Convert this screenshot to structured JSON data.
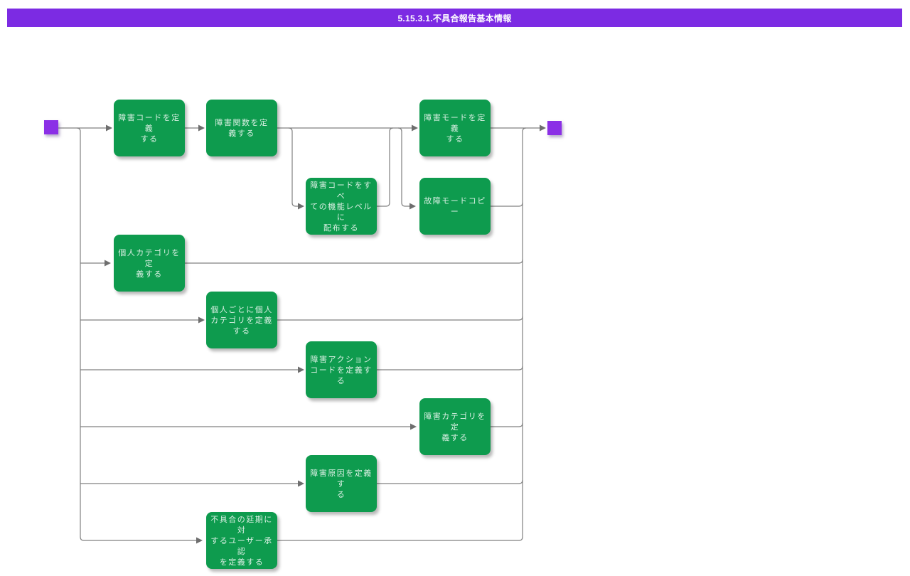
{
  "title": "5.15.3.1.不具合報告基本情報",
  "colors": {
    "title_bar": "#7c2be3",
    "terminal_node": "#8b2fe6",
    "process_node": "#0e9b4e",
    "connector_line": "#808080",
    "node_text": "#dcefe2",
    "title_text": "#ffffff"
  },
  "nodes": {
    "n1": {
      "label": "障害コードを定義\nする"
    },
    "n2": {
      "label": "障害関数を定\n義する"
    },
    "n3": {
      "label": "障害コードをすべ\nての機能レベルに\n配布する"
    },
    "n4": {
      "label": "障害モードを定義\nする"
    },
    "n5": {
      "label": "故障モードコピー"
    },
    "n6": {
      "label": "個人カテゴリを定\n義する"
    },
    "n7": {
      "label": "個人ごとに個人\nカテゴリを定義\nする"
    },
    "n8": {
      "label": "障害アクション\nコードを定義する"
    },
    "n9": {
      "label": "障害カテゴリを定\n義する"
    },
    "n10": {
      "label": "障害原因を定義す\nる"
    },
    "n11": {
      "label": "不具合の延期に対\nするユーザー承認\nを定義する"
    }
  }
}
